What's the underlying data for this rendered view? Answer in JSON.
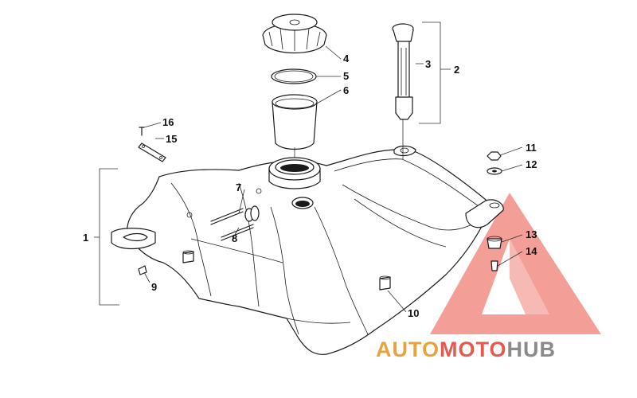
{
  "callouts": [
    {
      "id": "1",
      "text": "1"
    },
    {
      "id": "2",
      "text": "2"
    },
    {
      "id": "3",
      "text": "3"
    },
    {
      "id": "4",
      "text": "4"
    },
    {
      "id": "5",
      "text": "5"
    },
    {
      "id": "6",
      "text": "6"
    },
    {
      "id": "7",
      "text": "7"
    },
    {
      "id": "8",
      "text": "8"
    },
    {
      "id": "9",
      "text": "9"
    },
    {
      "id": "10",
      "text": "10"
    },
    {
      "id": "11",
      "text": "11"
    },
    {
      "id": "12",
      "text": "12"
    },
    {
      "id": "13",
      "text": "13"
    },
    {
      "id": "14",
      "text": "14"
    },
    {
      "id": "15",
      "text": "15"
    },
    {
      "id": "16",
      "text": "16"
    }
  ],
  "watermark": {
    "part1": "AUTO",
    "part2": "MOTO",
    "part3": "HUB",
    "color_primary": "#e8a33c",
    "color_secondary": "#e35a4f",
    "color_tertiary": "#8a8a8a"
  },
  "colors": {
    "line": "#1a1a1a",
    "background": "#ffffff"
  }
}
